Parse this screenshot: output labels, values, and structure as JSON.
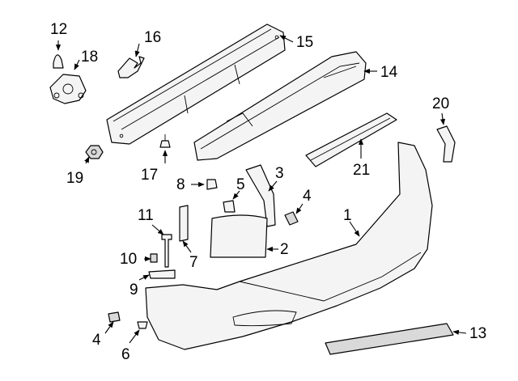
{
  "callouts": [
    {
      "id": "1",
      "label": "1"
    },
    {
      "id": "2",
      "label": "2"
    },
    {
      "id": "3",
      "label": "3"
    },
    {
      "id": "4a",
      "label": "4"
    },
    {
      "id": "4b",
      "label": "4"
    },
    {
      "id": "5",
      "label": "5"
    },
    {
      "id": "6",
      "label": "6"
    },
    {
      "id": "7",
      "label": "7"
    },
    {
      "id": "8",
      "label": "8"
    },
    {
      "id": "9",
      "label": "9"
    },
    {
      "id": "10",
      "label": "10"
    },
    {
      "id": "11",
      "label": "11"
    },
    {
      "id": "12",
      "label": "12"
    },
    {
      "id": "13",
      "label": "13"
    },
    {
      "id": "14",
      "label": "14"
    },
    {
      "id": "15",
      "label": "15"
    },
    {
      "id": "16",
      "label": "16"
    },
    {
      "id": "17",
      "label": "17"
    },
    {
      "id": "18",
      "label": "18"
    },
    {
      "id": "19",
      "label": "19"
    },
    {
      "id": "20",
      "label": "20"
    },
    {
      "id": "21",
      "label": "21"
    }
  ]
}
